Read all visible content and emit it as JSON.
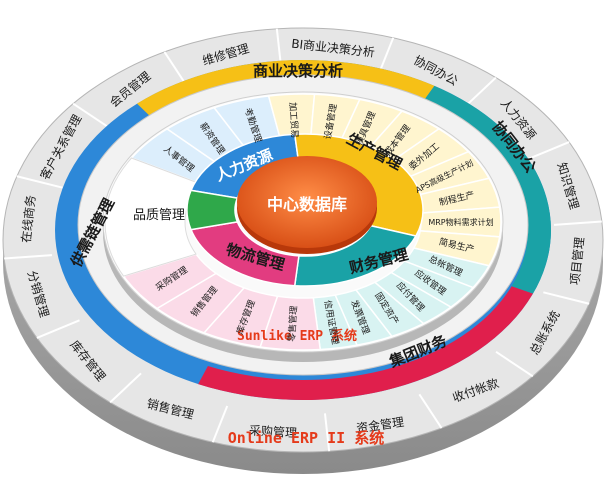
{
  "center": {
    "label": "中心数据库"
  },
  "outer_ring": {
    "segments": [
      "BI商业决策分析",
      "协同办公",
      "人力资源",
      "知识管理",
      "项目管理",
      "总账系统",
      "收付帐款",
      "资金管理",
      "采购管理",
      "销售管理",
      "库存管理",
      "分销管理",
      "在线商务",
      "客户关系管理",
      "会员管理",
      "维修管理"
    ],
    "label": "Online ERP II 系统"
  },
  "colored_band": {
    "segments": [
      "商业决策分析",
      "协同办公",
      "集团财务",
      "供需链管理"
    ],
    "colors": {
      "business": "#f6c016",
      "collab": "#1aa2a6",
      "finance": "#e01f4c",
      "supply": "#2d88d8"
    }
  },
  "sunlike_ring": {
    "label": "Sunlike ERP 系统",
    "sub_items": {
      "production": [
        "加工贸易",
        "设备管理",
        "模具管理",
        "成本管理",
        "委外加工",
        "APS高级生产计划",
        "制程生产",
        "MRP物料需求计划",
        "简易生产"
      ],
      "finance": [
        "总帐管理",
        "应收管理",
        "应付管理",
        "固定资产",
        "发票管理",
        "信用证管理"
      ],
      "logistics": [
        "零售管理",
        "库存管理",
        "销售管理",
        "采购管理"
      ],
      "hr": [
        "人事管理",
        "薪资管理",
        "考勤管理"
      ]
    }
  },
  "inner_modules": {
    "hr": "人力资源",
    "production": "生产管理",
    "finance": "财务管理",
    "logistics": "物流管理",
    "quality": "品质管理"
  },
  "colors": {
    "center": "#ea6b2c",
    "hr": "#2d88d8",
    "production": "#f6c016",
    "finance": "#1aa2a6",
    "logistics": "#e23c80",
    "quality": "#2fa84a"
  }
}
